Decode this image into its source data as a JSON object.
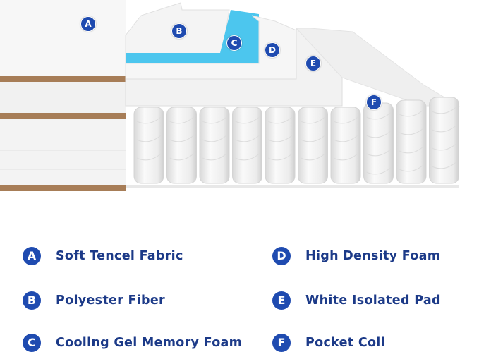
{
  "diagram": {
    "badges": [
      "A",
      "B",
      "C",
      "D",
      "E",
      "F"
    ],
    "colors": {
      "badge": "#1f4bb0",
      "text": "#1c3a88",
      "gel": "#4cc6ee",
      "trim": "#a77d57"
    }
  },
  "legend": [
    {
      "letter": "A",
      "label": "Soft Tencel Fabric"
    },
    {
      "letter": "B",
      "label": "Polyester Fiber"
    },
    {
      "letter": "C",
      "label": "Cooling Gel Memory Foam"
    },
    {
      "letter": "D",
      "label": "High Density Foam"
    },
    {
      "letter": "E",
      "label": "White Isolated Pad"
    },
    {
      "letter": "F",
      "label": "Pocket Coil"
    }
  ]
}
